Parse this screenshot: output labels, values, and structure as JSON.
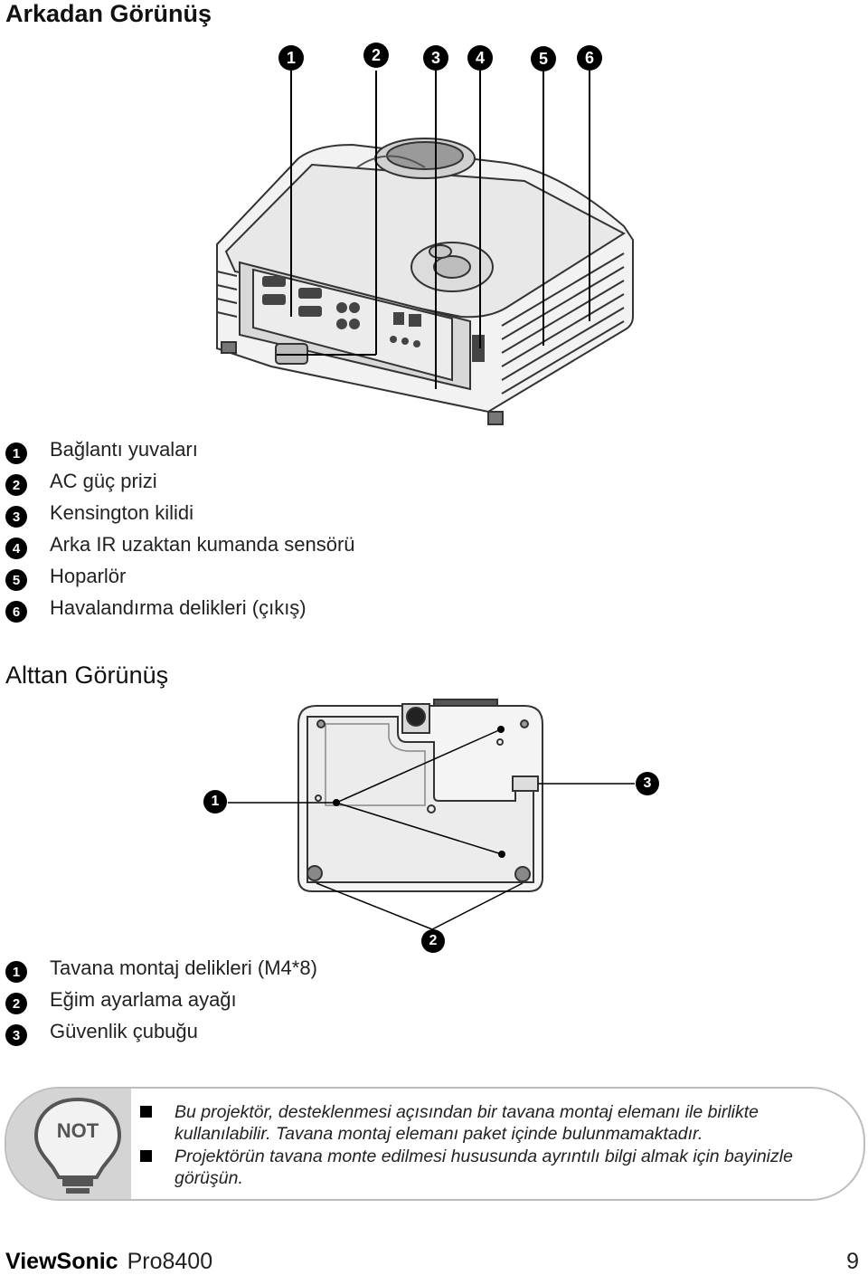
{
  "rear_view": {
    "title": "Arkadan Görünüş",
    "callouts": [
      "1",
      "2",
      "3",
      "4",
      "5",
      "6"
    ],
    "legend": [
      {
        "num": "1",
        "label": "Bağlantı yuvaları"
      },
      {
        "num": "2",
        "label": "AC güç prizi"
      },
      {
        "num": "3",
        "label": "Kensington kilidi"
      },
      {
        "num": "4",
        "label": "Arka IR uzaktan kumanda sensörü"
      },
      {
        "num": "5",
        "label": "Hoparlör"
      },
      {
        "num": "6",
        "label": "Havalandırma delikleri (çıkış)"
      }
    ]
  },
  "bottom_view": {
    "title": "Alttan Görünüş",
    "callouts": [
      "1",
      "3",
      "2"
    ],
    "legend": [
      {
        "num": "1",
        "label": "Tavana montaj delikleri (M4*8)"
      },
      {
        "num": "2",
        "label": "Eğim ayarlama ayağı"
      },
      {
        "num": "3",
        "label": "Güvenlik çubuğu"
      }
    ]
  },
  "note": {
    "icon_label": "NOT",
    "items": [
      "Bu projektör, desteklenmesi açısından bir tavana montaj elemanı ile birlikte kullanılabilir. Tavana montaj elemanı paket içinde bulunmamaktadır.",
      "Projektörün tavana monte edilmesi hususunda ayrıntılı bilgi almak için bayinizle görüşün."
    ]
  },
  "footer": {
    "brand": "ViewSonic",
    "model": "Pro8400",
    "page": "9"
  }
}
